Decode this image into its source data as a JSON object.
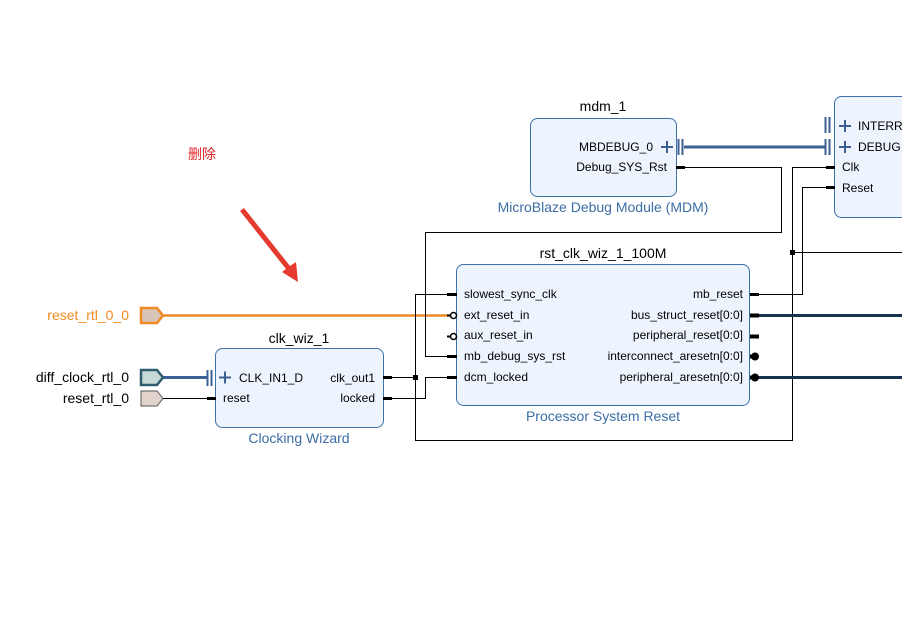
{
  "annotation": {
    "text": "删除",
    "color": "#e0262a"
  },
  "colors": {
    "block_fill": "#eef4fd",
    "block_border": "#3d6fa8",
    "highlight_wire": "#f08a24",
    "bus": "#3d5f93"
  },
  "external_ports": {
    "reset_rtl_0_0": "reset_rtl_0_0",
    "diff_clock_rtl_0": "diff_clock_rtl_0",
    "reset_rtl_0": "reset_rtl_0"
  },
  "blocks": {
    "mdm": {
      "instance": "mdm_1",
      "type": "MicroBlaze Debug Module (MDM)",
      "pins": {
        "mbdebug": "MBDEBUG_0",
        "debug_sys_rst": "Debug_SYS_Rst"
      }
    },
    "microblaze": {
      "pins": {
        "interrupt": "INTERR",
        "debug": "DEBUG",
        "clk": "Clk",
        "reset": "Reset"
      }
    },
    "rst": {
      "instance": "rst_clk_wiz_1_100M",
      "type": "Processor System Reset",
      "inputs": {
        "slowest_sync_clk": "slowest_sync_clk",
        "ext_reset_in": "ext_reset_in",
        "aux_reset_in": "aux_reset_in",
        "mb_debug_sys_rst": "mb_debug_sys_rst",
        "dcm_locked": "dcm_locked"
      },
      "outputs": {
        "mb_reset": "mb_reset",
        "bus_struct_reset": "bus_struct_reset[0:0]",
        "peripheral_reset": "peripheral_reset[0:0]",
        "interconnect_aresetn": "interconnect_aresetn[0:0]",
        "peripheral_aresetn": "peripheral_aresetn[0:0]"
      }
    },
    "clk": {
      "instance": "clk_wiz_1",
      "type": "Clocking Wizard",
      "pins": {
        "clk_in": "CLK_IN1_D",
        "reset": "reset",
        "clk_out1": "clk_out1",
        "locked": "locked"
      }
    }
  }
}
